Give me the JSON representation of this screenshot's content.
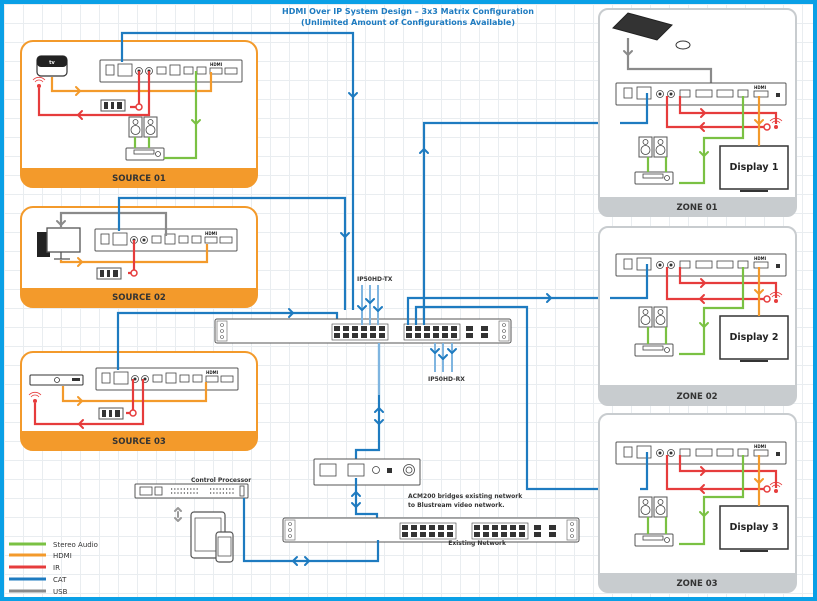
{
  "header": {
    "title": "HDMI Over IP System Design – 3x3 Matrix Configuration",
    "subtitle": "(Unlimited Amount of Configurations Available)"
  },
  "colors": {
    "frame": "#0aa0e6",
    "source_accent": "#f39a2b",
    "zone_accent": "#c8cccf",
    "cat": "#1e7bc0",
    "hdmi": "#f39a2b",
    "ir": "#e63c3c",
    "stereo_audio": "#7ac143",
    "usb": "#8a8a8a"
  },
  "sources": [
    {
      "label": "SOURCE 01",
      "device": "Apple TV",
      "device_icon": "apple-tv-icon"
    },
    {
      "label": "SOURCE 02",
      "device": "PC",
      "device_icon": "computer-icon"
    },
    {
      "label": "SOURCE 03",
      "device": "Set-top box",
      "device_icon": "set-top-box-icon"
    }
  ],
  "zones": [
    {
      "label": "ZONE 01",
      "display": "Display 1",
      "has_keyboard": true
    },
    {
      "label": "ZONE 02",
      "display": "Display 2",
      "has_keyboard": false
    },
    {
      "label": "ZONE 03",
      "display": "Display 3",
      "has_keyboard": false
    }
  ],
  "network": {
    "tx_label": "IP50HD-TX",
    "rx_label": "IP50HD-RX",
    "acm_note_line1": "ACM200 bridges existing network",
    "acm_note_line2": "to Blustream video network.",
    "existing_network_label": "Existing Network",
    "control_processor_label": "Control Processor"
  },
  "legend": [
    {
      "label": "Stereo Audio",
      "color": "#7ac143"
    },
    {
      "label": "HDMI",
      "color": "#f39a2b"
    },
    {
      "label": "IR",
      "color": "#e63c3c"
    },
    {
      "label": "CAT",
      "color": "#1e7bc0"
    },
    {
      "label": "USB",
      "color": "#8a8a8a"
    }
  ]
}
